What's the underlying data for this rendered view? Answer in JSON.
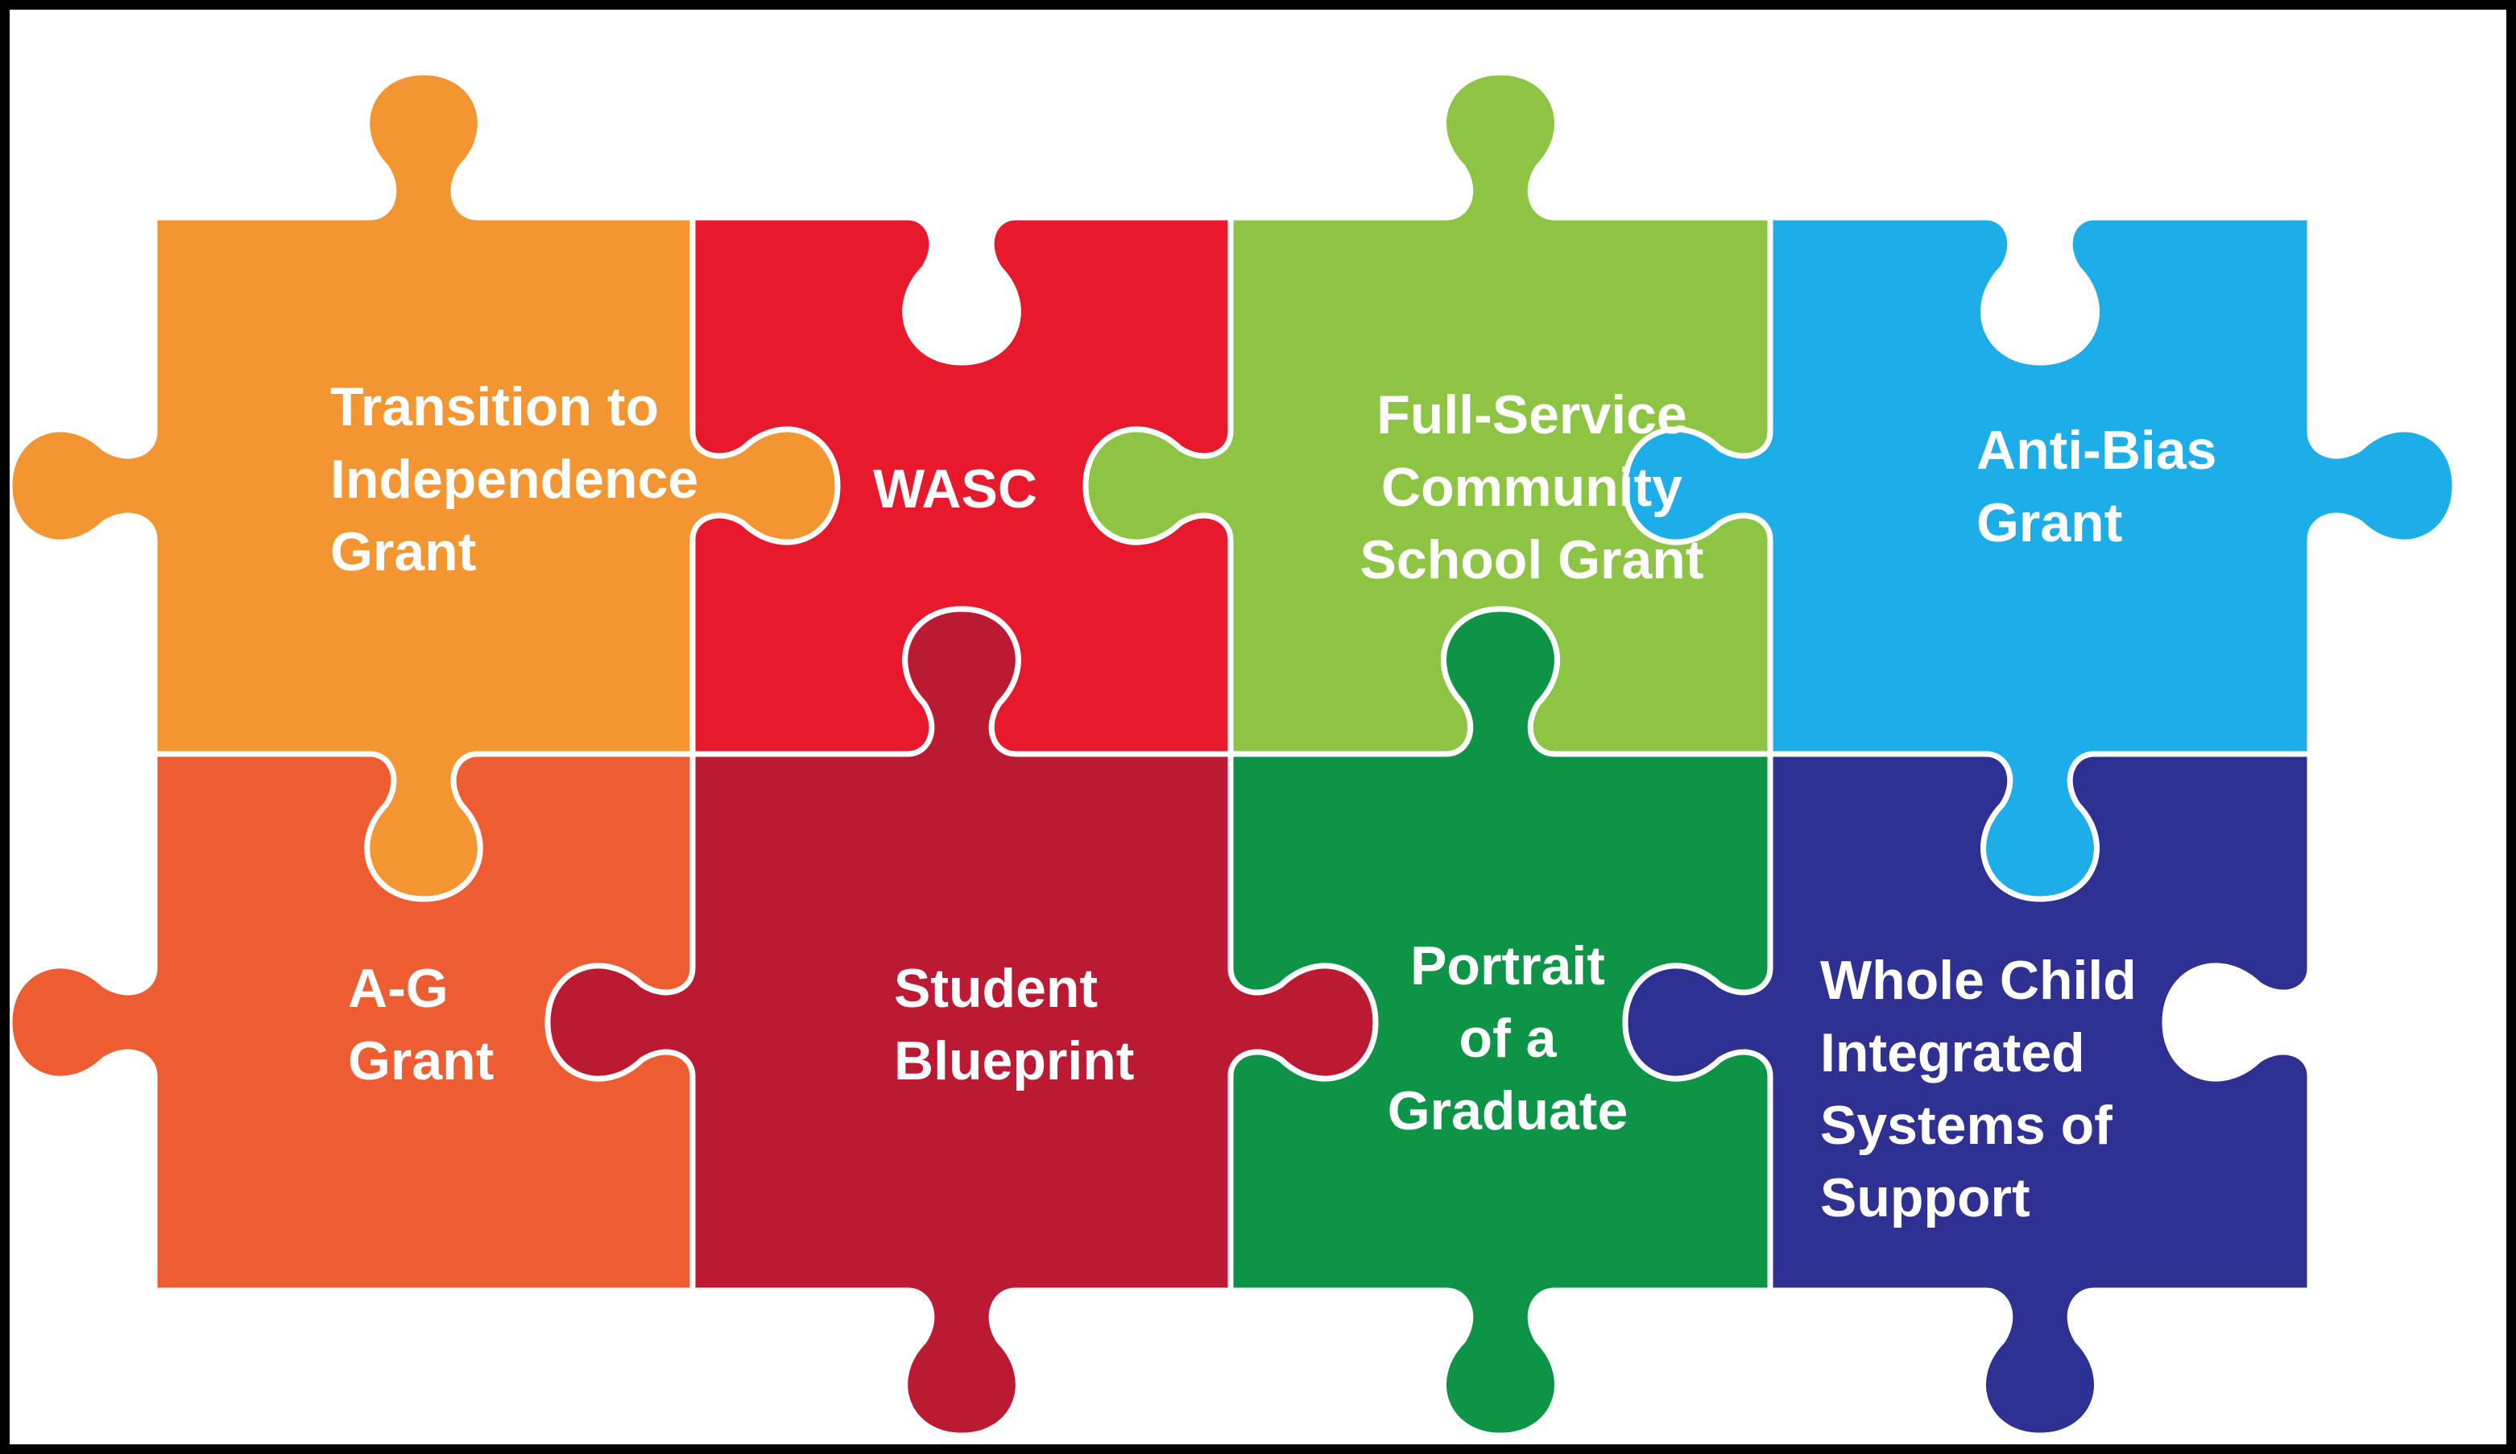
{
  "pieces": [
    {
      "id": "transition-to-independence",
      "color": "#F39530",
      "lines": [
        "Transition to",
        "Independence",
        "Grant"
      ],
      "align": "left"
    },
    {
      "id": "wasc",
      "color": "#E8192C",
      "lines": [
        "WASC"
      ],
      "align": "left"
    },
    {
      "id": "full-service-community-school",
      "color": "#8DC443",
      "lines": [
        "Full-Service",
        "Community",
        "School Grant"
      ],
      "align": "center"
    },
    {
      "id": "anti-bias",
      "color": "#1DADE8",
      "lines": [
        "Anti-Bias",
        "Grant"
      ],
      "align": "left"
    },
    {
      "id": "a-g",
      "color": "#EE5C31",
      "lines": [
        "A-G",
        "Grant"
      ],
      "align": "left"
    },
    {
      "id": "student-blueprint",
      "color": "#BC1A32",
      "lines": [
        "Student",
        "Blueprint"
      ],
      "align": "left"
    },
    {
      "id": "portrait-of-a-graduate",
      "color": "#0E9447",
      "lines": [
        "Portrait",
        "of a",
        "Graduate"
      ],
      "align": "center"
    },
    {
      "id": "whole-child-integrated",
      "color": "#2E3092",
      "lines": [
        "Whole Child",
        "Integrated",
        "Systems of",
        "Support"
      ],
      "align": "left"
    }
  ]
}
